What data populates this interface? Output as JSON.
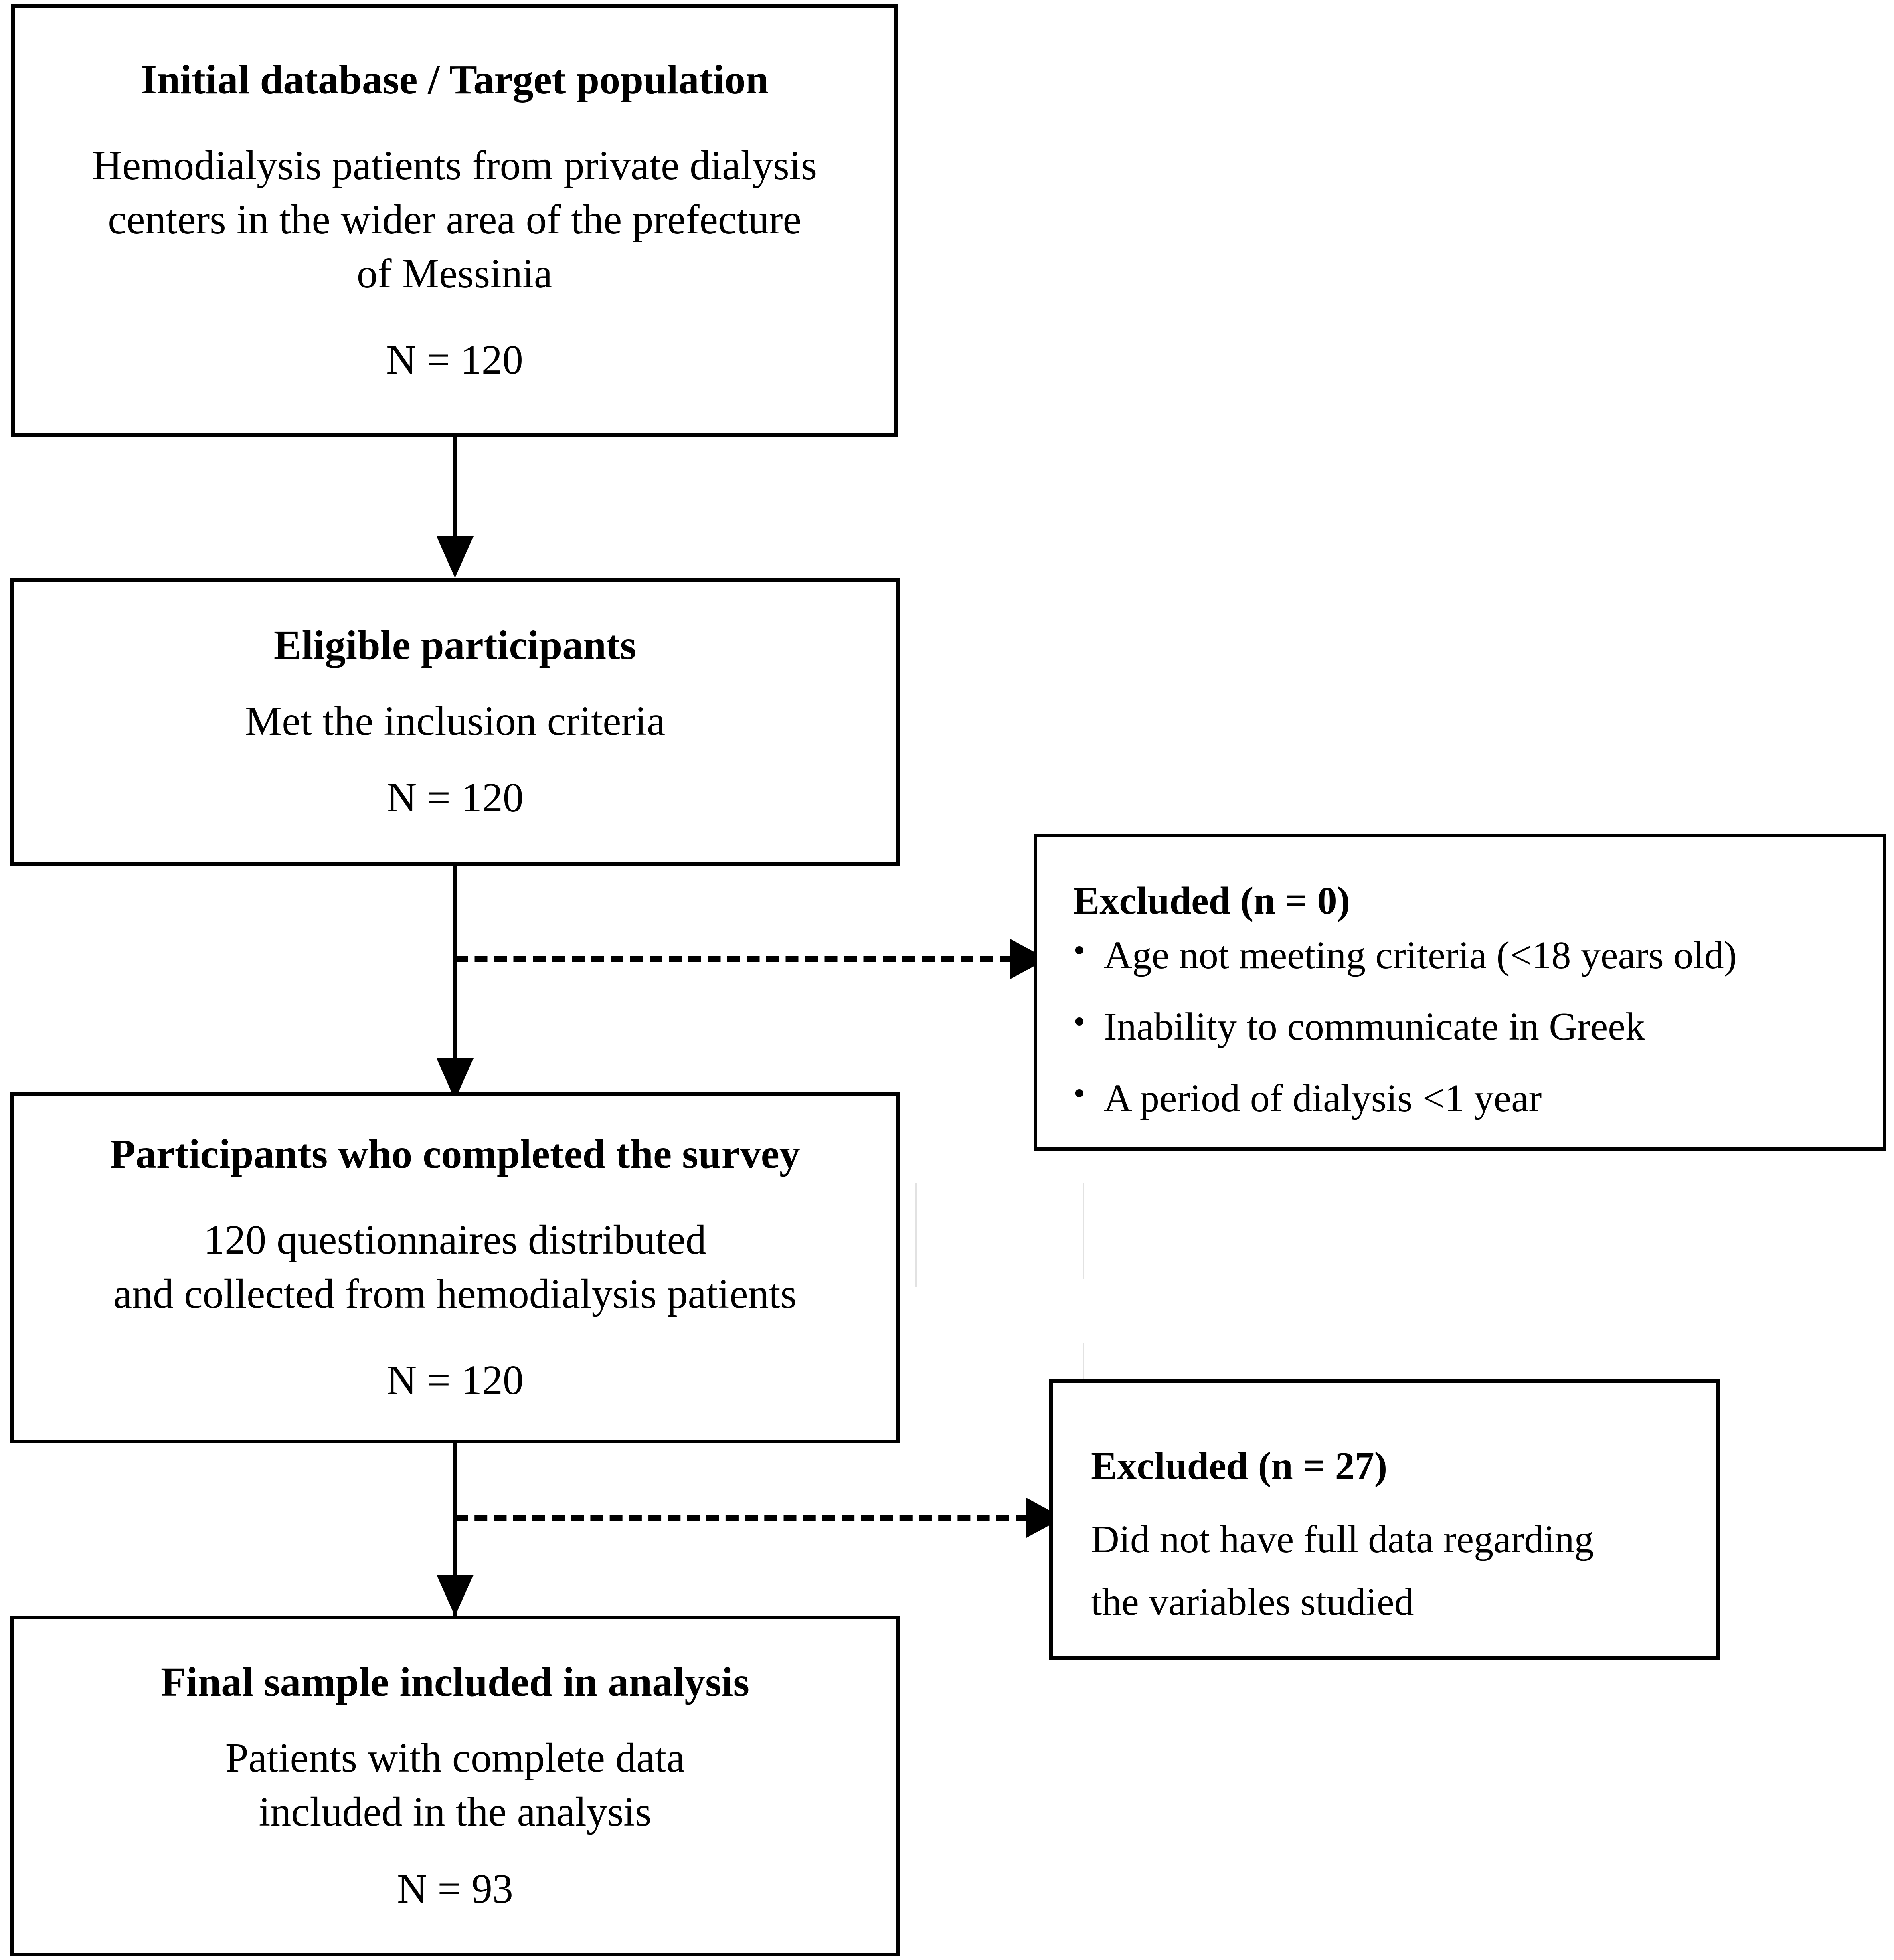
{
  "diagram": {
    "type": "study-flowchart",
    "nodes": [
      {
        "id": "initial-database",
        "title": "Initial database / Target population",
        "lines": [
          "Hemodialysis patients from private dialysis",
          "centers in the wider area of the prefecture",
          "of Messinia"
        ],
        "n_label": "N = 120",
        "n_value": 120
      },
      {
        "id": "eligible-participants",
        "title": "Eligible participants",
        "lines": [
          "Met the inclusion criteria"
        ],
        "n_label": "N = 120",
        "n_value": 120
      },
      {
        "id": "completed-survey",
        "title": "Participants who completed the survey",
        "lines": [
          "120 questionnaires distributed",
          "and collected from hemodialysis patients"
        ],
        "n_label": "N = 120",
        "n_value": 120
      },
      {
        "id": "final-sample",
        "title": "Final sample included in analysis",
        "lines": [
          "Patients with complete data",
          "included in the analysis"
        ],
        "n_label": "N = 93",
        "n_value": 93
      }
    ],
    "exclusions": [
      {
        "id": "excluded-eligibility",
        "title": "Excluded (n = 0)",
        "n_value": 0,
        "bullets": [
          "Age not meeting criteria (<18 years old)",
          "Inability to communicate in Greek",
          "A period of dialysis <1 year"
        ]
      },
      {
        "id": "excluded-incomplete-data",
        "title": "Excluded (n = 27)",
        "n_value": 27,
        "lines": [
          "Did not have full data regarding",
          "the variables studied"
        ]
      }
    ],
    "colors": {
      "stroke": "#000000",
      "background": "#ffffff",
      "text": "#000000"
    }
  }
}
